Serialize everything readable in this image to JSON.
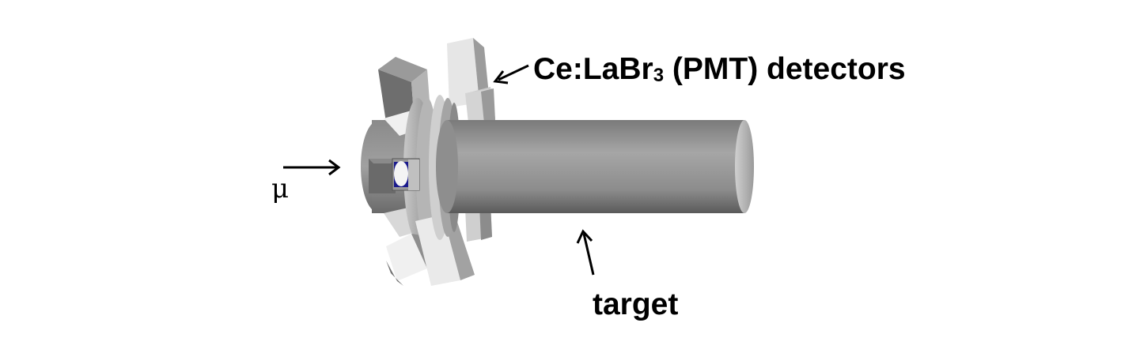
{
  "labels": {
    "detectors_prefix": "Ce:LaBr",
    "detectors_subscript": "3",
    "detectors_suffix": " (PMT) detectors",
    "target": "target",
    "beam": "μ"
  },
  "colors": {
    "cylinder_light": "#a8a8a8",
    "cylinder_dark": "#5e5e5e",
    "crystal_light": "#eeeeee",
    "crystal_dark": "#8a8a8a",
    "beam_window": "#1a1a8c",
    "arrow": "#000000"
  }
}
